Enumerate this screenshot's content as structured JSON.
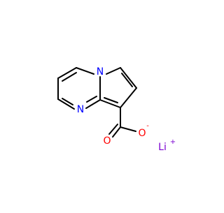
{
  "molecule": {
    "colors": {
      "bond": "#000000",
      "nitrogen": "#0000ff",
      "oxygen": "#ff0000",
      "lithium": "#7b00d1",
      "background": "#ffffff"
    },
    "atoms": {
      "n_bridge": "N",
      "n_ring": "N",
      "o_carbonyl": "O",
      "o_anion": "O",
      "o_anion_charge": "-",
      "li": "Li",
      "li_charge": "+"
    }
  }
}
